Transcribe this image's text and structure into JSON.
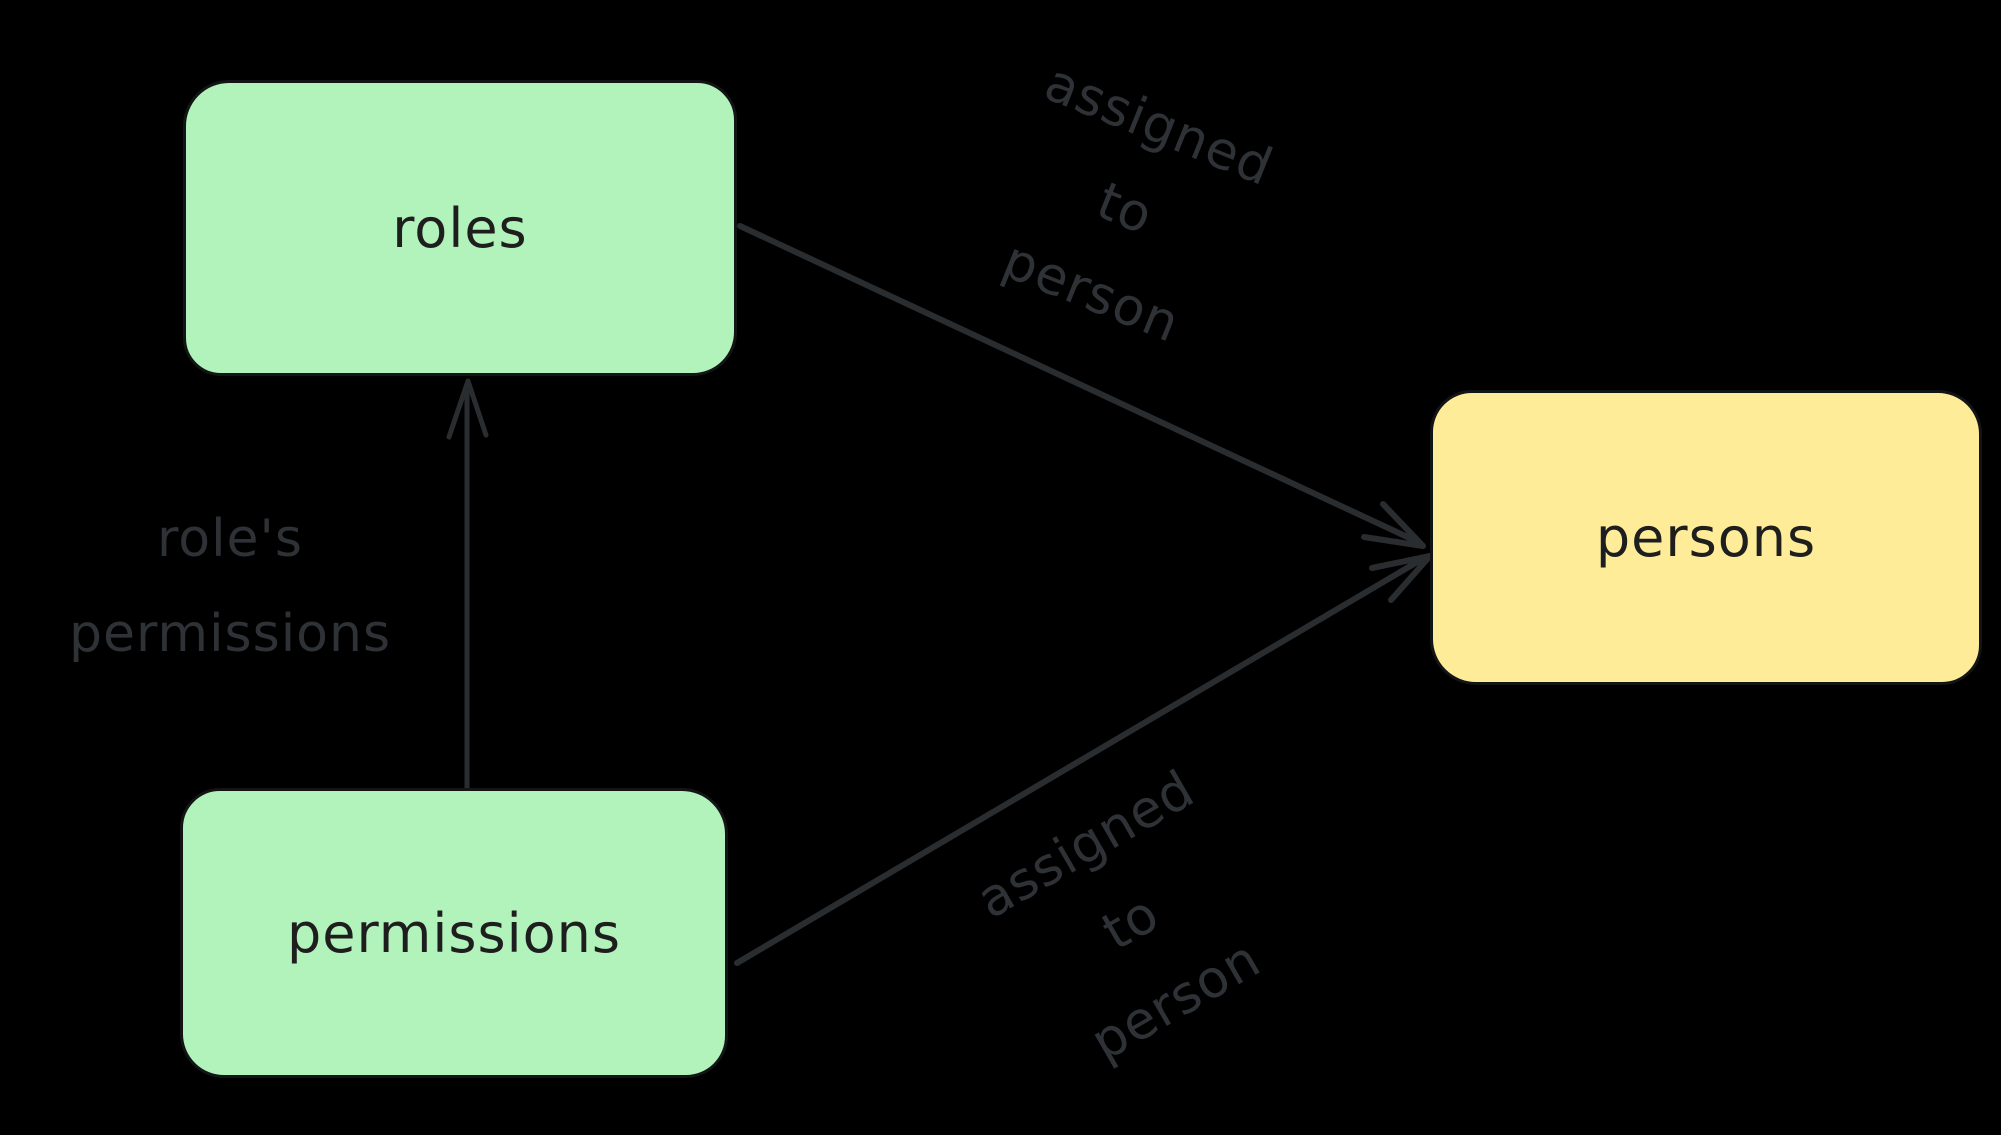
{
  "colors": {
    "background": "#000000",
    "node_green_fill": "#b2f2bb",
    "node_yellow_fill": "#ffec99",
    "node_text": "#1e1e1e",
    "edge_stroke": "#2a2d30",
    "edge_label_text": "#2e3135"
  },
  "nodes": [
    {
      "id": "roles",
      "label": "roles",
      "fill": "#b2f2bb"
    },
    {
      "id": "permissions",
      "label": "permissions",
      "fill": "#b2f2bb"
    },
    {
      "id": "persons",
      "label": "persons",
      "fill": "#ffec99"
    }
  ],
  "edges": [
    {
      "id": "permissions-to-roles",
      "from": "permissions",
      "to": "roles",
      "label_lines": [
        "role's",
        "permissions"
      ]
    },
    {
      "id": "roles-to-persons",
      "from": "roles",
      "to": "persons",
      "label_lines": [
        "assigned",
        "to",
        "person"
      ]
    },
    {
      "id": "permissions-to-persons",
      "from": "permissions",
      "to": "persons",
      "label_lines": [
        "assigned",
        "to",
        "person"
      ]
    }
  ]
}
